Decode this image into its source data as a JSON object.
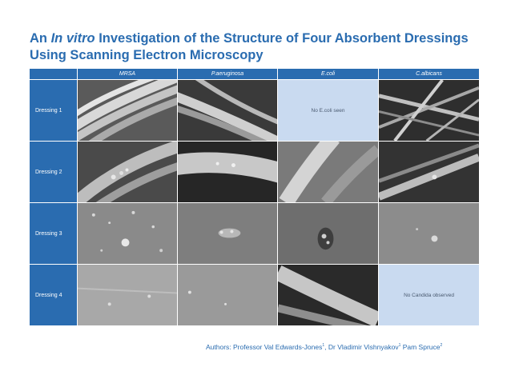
{
  "title": {
    "part1": "An ",
    "italic": "In vitro",
    "part2": " Investigation of the Structure of Four Absorbent Dressings Using Scanning Electron Microscopy"
  },
  "table": {
    "columns": [
      "MRSA",
      "P.aeruginosa",
      "E.coli",
      "C.albicans"
    ],
    "rows": [
      {
        "label": "Dressing 1",
        "cells": [
          "img",
          "img",
          "No E.coli seen",
          "img"
        ]
      },
      {
        "label": "Dressing 2",
        "cells": [
          "img",
          "img",
          "img",
          "img"
        ]
      },
      {
        "label": "Dressing 3",
        "cells": [
          "img",
          "img",
          "img",
          "img"
        ]
      },
      {
        "label": "Dressing 4",
        "cells": [
          "img",
          "img",
          "img",
          "No Candida observed"
        ]
      }
    ]
  },
  "authors": {
    "prefix": "Authors: Professor Val Edwards-Jones",
    "sup1": "1",
    "name2": ", Dr Vladimir Vishnyakov",
    "sup2": "1",
    "name3": " Pam Spruce",
    "sup3": "2"
  }
}
